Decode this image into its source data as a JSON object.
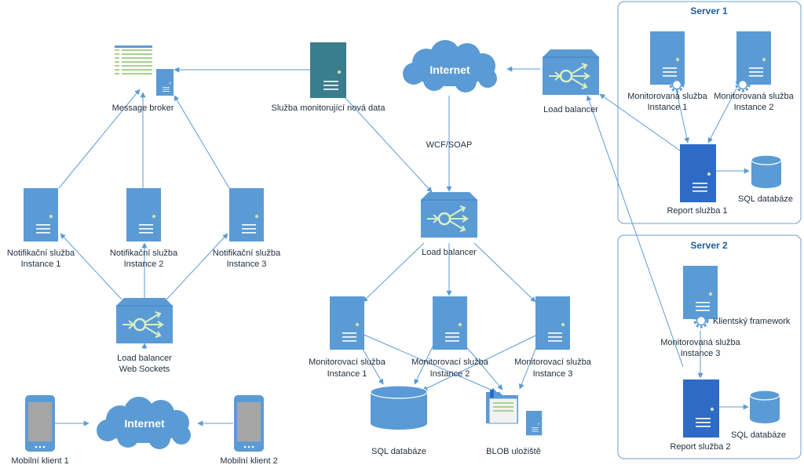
{
  "labels": {
    "message_broker": "Message broker",
    "monitor_new_data": "Služba monitorující nová data",
    "internet_top": "Internet",
    "internet_bottom": "Internet",
    "lb_top": "Load balancer",
    "wcf": "WCF/SOAP",
    "lb_center": "Load balancer",
    "lb_ws_1": "Load balancer",
    "lb_ws_2": "Web Sockets",
    "notif1_1": "Notifikační služba",
    "notif1_2": "Instance 1",
    "notif2_1": "Notifikační služba",
    "notif2_2": "Instance 2",
    "notif3_1": "Notifikační služba",
    "notif3_2": "Instance 3",
    "mon1_1": "Monitorovací služba",
    "mon1_2": "Instance 1",
    "mon2_1": "Monitorovací služba",
    "mon2_2": "Instance 2",
    "mon3_1": "Monitorovací služba",
    "mon3_2": "Instance 3",
    "sql_center": "SQL databáze",
    "blob": "BLOB uložiště",
    "mobile1": "Mobilní klient 1",
    "mobile2": "Mobilní klient 2",
    "server1_title": "Server 1",
    "s1_mon1_1": "Monitorovaná služba",
    "s1_mon1_2": "Instance 1",
    "s1_mon2_1": "Monitorovaná služba",
    "s1_mon2_2": "Instance 2",
    "s1_report": "Report služba 1",
    "s1_sql": "SQL databáze",
    "server2_title": "Server 2",
    "s2_framework": "Klientský framework",
    "s2_mon_1": "Monitorovaná služba",
    "s2_mon_2": "Instance 3",
    "s2_report": "Report služba 2",
    "s2_sql": "SQL databáze"
  },
  "icons": {
    "server": "server-icon",
    "load_balancer": "load-balancer-icon",
    "cloud": "cloud-icon",
    "database": "database-icon",
    "phone": "mobile-phone-icon",
    "folder": "folder-icon",
    "gear": "gear-icon",
    "document": "document-icon"
  },
  "colors": {
    "server": "#5b9bd5",
    "server_dark": "#2e6bc6",
    "server_teal": "#3a7d8c",
    "line": "#5b9bd5",
    "frame": "#6f9fd0",
    "phone_screen": "#a6a6a6"
  }
}
